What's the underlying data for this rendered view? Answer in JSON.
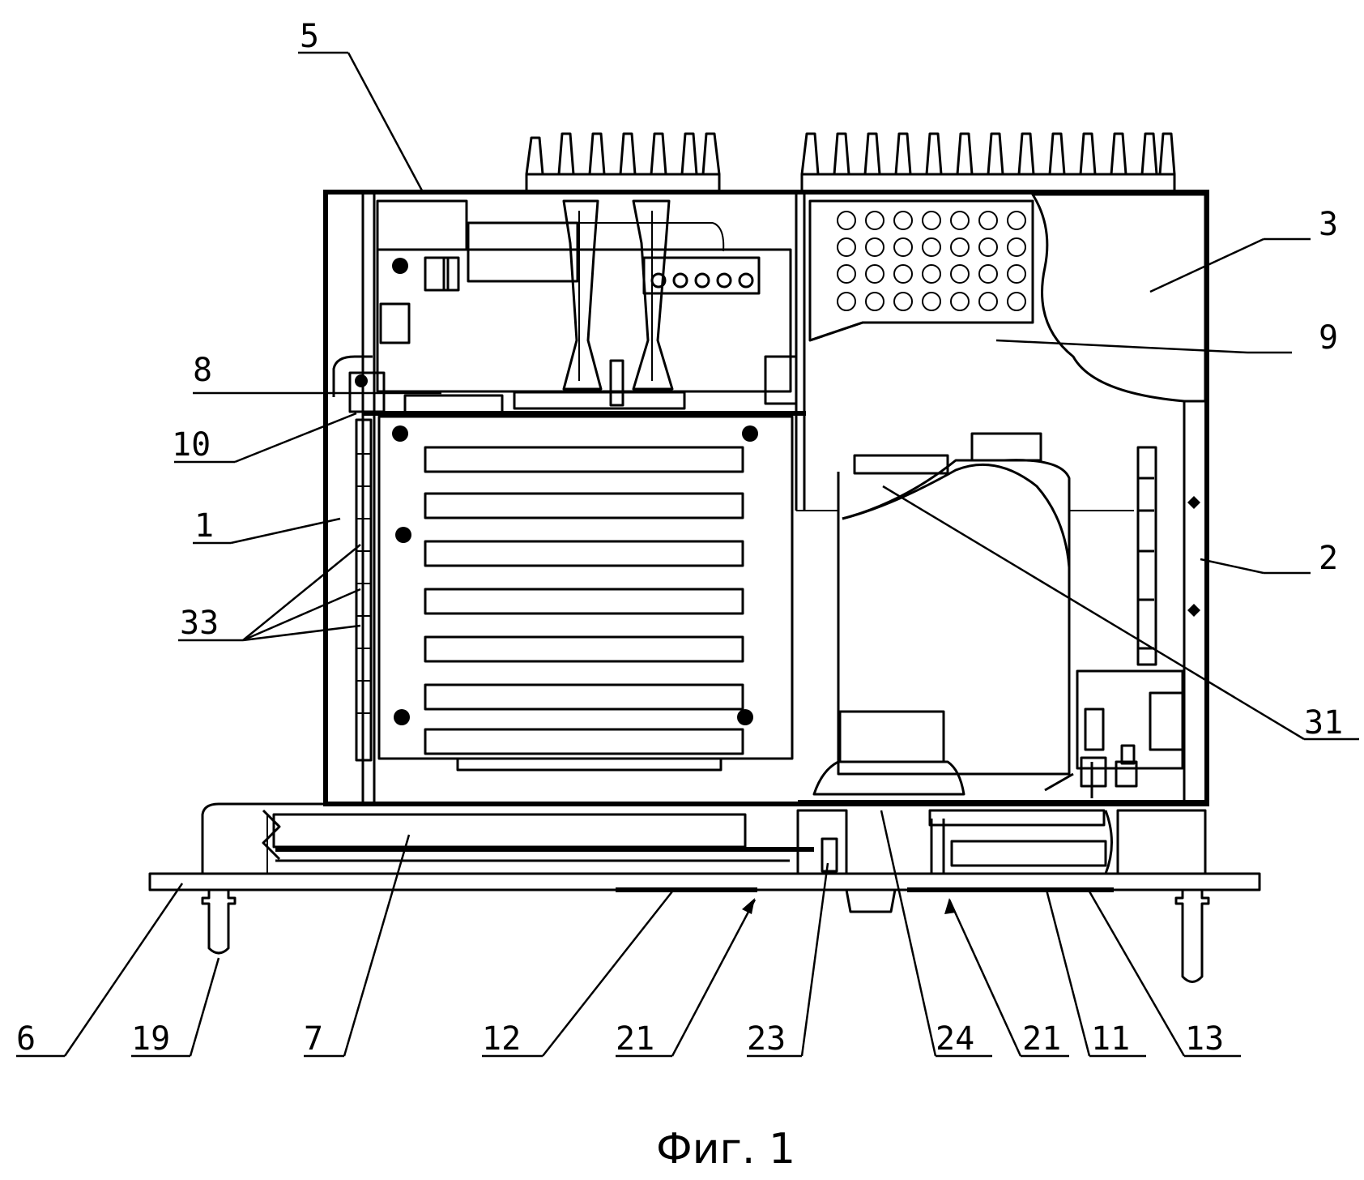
{
  "figure": {
    "caption": "Фиг. 1",
    "labels": {
      "l1": "1",
      "l2": "2",
      "l3": "3",
      "l5": "5",
      "l6": "6",
      "l7": "7",
      "l8": "8",
      "l9": "9",
      "l10": "10",
      "l11": "11",
      "l12": "12",
      "l13": "13",
      "l19": "19",
      "l21a": "21",
      "l21b": "21",
      "l23": "23",
      "l24": "24",
      "l31": "31",
      "l33": "33"
    }
  }
}
